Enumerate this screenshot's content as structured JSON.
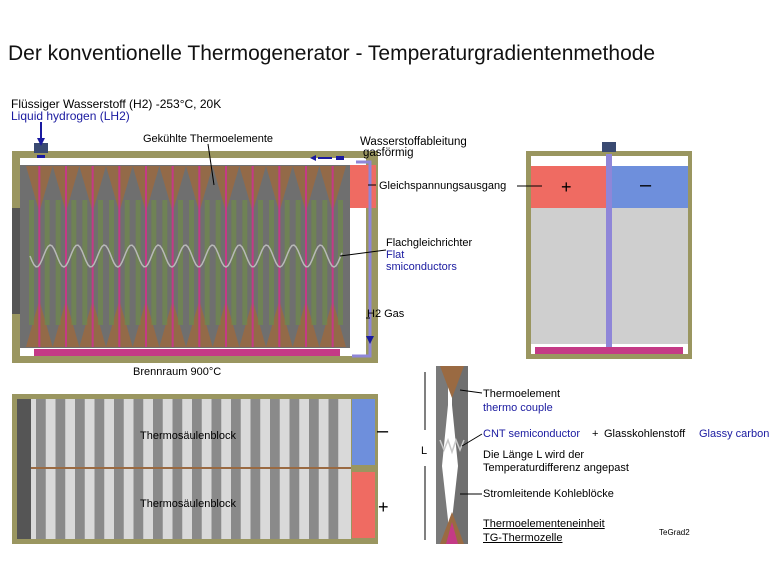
{
  "title": "Der konventionelle Thermogenerator - Temperaturgradientenmethode",
  "labels": {
    "lh2_de": "Flüssiger Wasserstoff (H2)  -253°C, 20K",
    "lh2_en": "Liquid hydrogen (LH2)",
    "cooled": "Gekühlte Thermoelemente",
    "h2_outlet_1": "Wasserstoffableitung",
    "h2_outlet_2": "gasförmig",
    "dc_output": "Gleichspannungsausgang",
    "flat_rect_de": "Flachgleichrichter",
    "flat_en_1": "Flat",
    "flat_en_2": "smiconductors",
    "h2_gas": "H2 Gas",
    "combustion": "Brennraum  900°C",
    "block_1": "Thermosäulenblock",
    "block_2": "Thermosäulenblock",
    "minus": "–",
    "plus": "+",
    "side_plus": "+",
    "side_minus": "–",
    "te_de": "Thermoelement",
    "te_en": "thermo couple",
    "cnt": "CNT semiconductor",
    "plus_join": "+",
    "glass_de": "Glasskohlenstoff",
    "glass_en": "Glassy carbon",
    "length_1": "Die Länge L wird der",
    "length_2": "Temperaturdifferenz angepast",
    "carbon_blocks": "Stromleitende Kohleblöcke",
    "unit_de": "Thermoelementeneinheit",
    "unit_en": "TG-Thermozelle",
    "L": "L",
    "credit": "TeGrad2"
  },
  "colors": {
    "frame": "#9a9660",
    "panel": "#6f6f6f",
    "pink": "#c43a86",
    "red_box": "#ef6b62",
    "blue_box": "#6e8fdc",
    "gray_fill": "#cfcfcf",
    "pipe": "#8f86d8",
    "brown": "#9a6a42"
  }
}
